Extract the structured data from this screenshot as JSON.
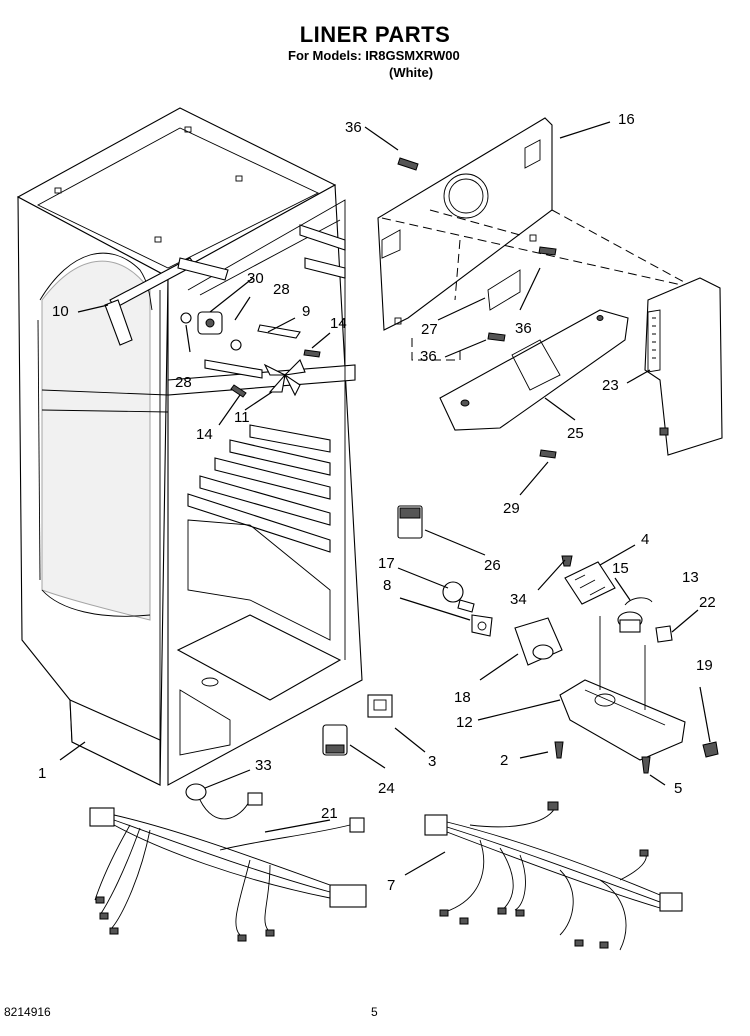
{
  "header": {
    "title": "LINER PARTS",
    "models_line": "For Models: IR8GSMXRW00",
    "color_line": "(White)"
  },
  "footer": {
    "doc_number": "8214916",
    "page_number": "5"
  },
  "callouts": {
    "c1": "1",
    "c2": "2",
    "c3": "3",
    "c4": "4",
    "c5": "5",
    "c7": "7",
    "c8": "8",
    "c9": "9",
    "c10": "10",
    "c11": "11",
    "c12": "12",
    "c13": "13",
    "c14a": "14",
    "c14b": "14",
    "c15": "15",
    "c16": "16",
    "c17": "17",
    "c18": "18",
    "c19": "19",
    "c21": "21",
    "c22": "22",
    "c23": "23",
    "c24": "24",
    "c25": "25",
    "c26": "26",
    "c27": "27",
    "c28a": "28",
    "c28b": "28",
    "c29": "29",
    "c30": "30",
    "c33": "33",
    "c34": "34",
    "c36a": "36",
    "c36b": "36",
    "c36c": "36"
  }
}
